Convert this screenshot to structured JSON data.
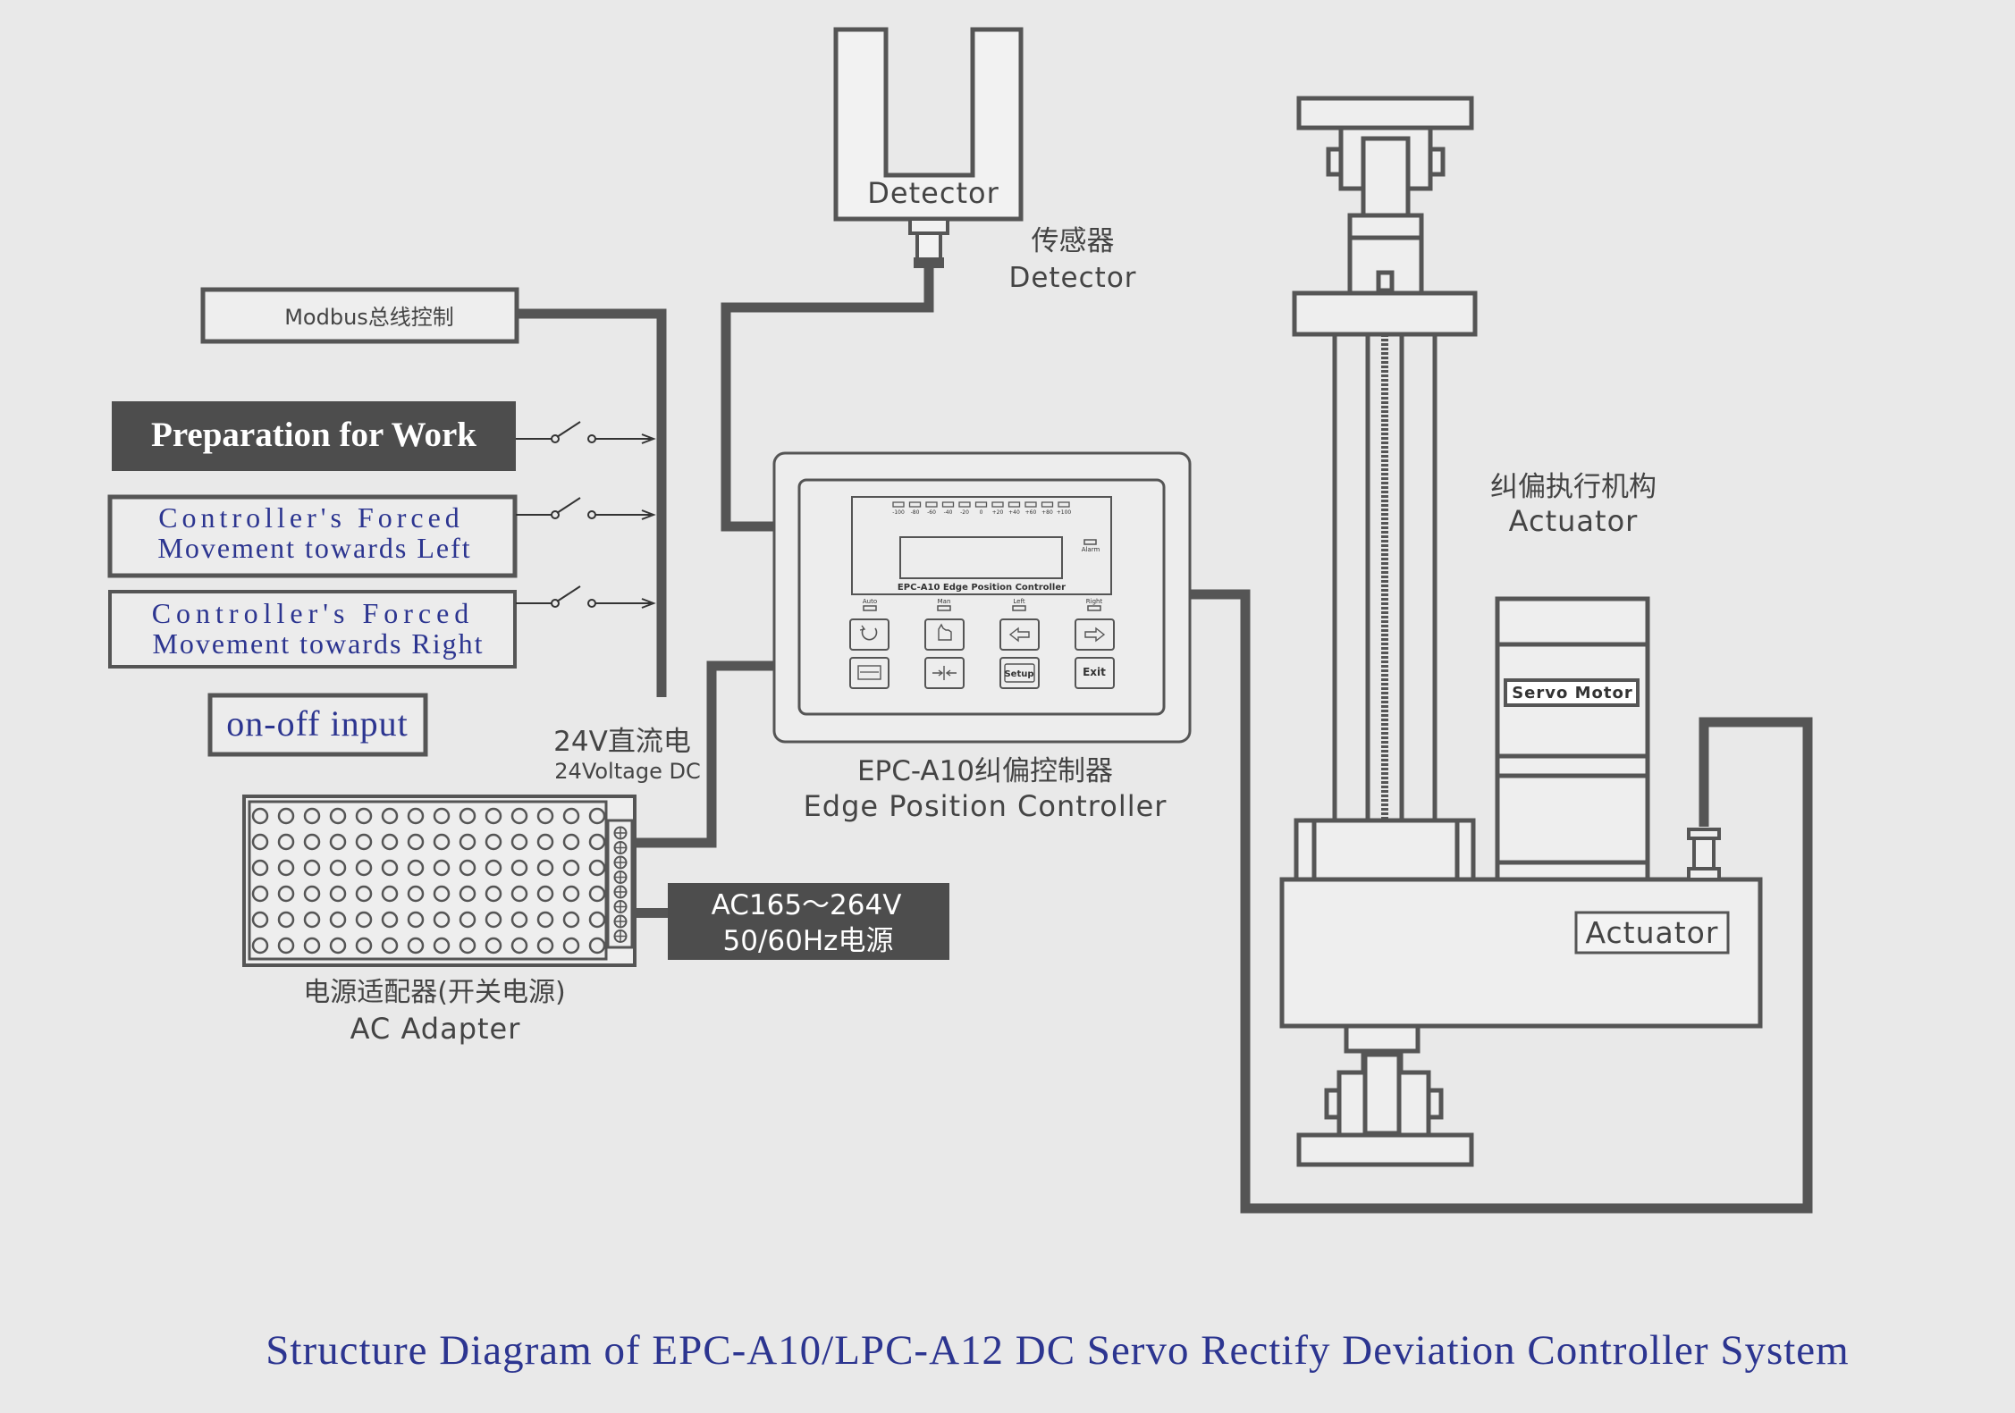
{
  "detector": {
    "box_label": "Detector",
    "caption_cn": "传感器",
    "caption_en": "Detector"
  },
  "inputs": {
    "modbus_label": "Modbus总线控制",
    "preparation_label": "Preparation for Work",
    "forced_left_line1": "Controller's  Forced",
    "forced_left_line2": "Movement towards Left",
    "forced_right_line1": "Controller's  Forced",
    "forced_right_line2": "Movement towards Right",
    "onoff_label": "on-off input"
  },
  "power": {
    "dc_cn": "24V直流电",
    "dc_en": "24Voltage DC",
    "ac_line1": "AC165～264V",
    "ac_line2": "50/60Hz电源",
    "adapter_cn": "电源适配器(开关电源)",
    "adapter_en": "AC Adapter"
  },
  "controller": {
    "scale": [
      "-100",
      "-80",
      "-60",
      "-40",
      "-20",
      "0",
      "+20",
      "+40",
      "+60",
      "+80",
      "+100"
    ],
    "alarm_label": "Alarm",
    "model_label": "EPC-A10   Edge Position Controller",
    "mode_labels": [
      "Auto",
      "Man",
      "Left",
      "Right"
    ],
    "setup_label": "Setup",
    "exit_label": "Exit",
    "caption_cn": "EPC-A10纠偏控制器",
    "caption_en": "Edge Position Controller"
  },
  "actuator": {
    "caption_cn": "纠偏执行机构",
    "caption_en": "Actuator",
    "servo_label": "Servo Motor",
    "box_label": "Actuator"
  },
  "footer": {
    "title": "Structure Diagram of EPC-A10/LPC-A12 DC Servo Rectify Deviation Controller System"
  },
  "colors": {
    "line": "#555555",
    "background": "#e9e9e9",
    "blue_text": "#2c3590",
    "dark_fill": "#4d4d4d"
  }
}
